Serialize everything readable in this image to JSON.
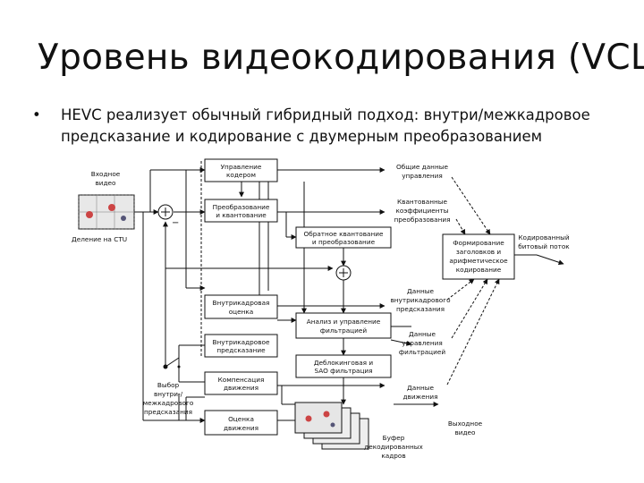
{
  "title": "Уровень видеокодирования (VCL)",
  "bullet": {
    "marker": "•",
    "text": "HEVC реализует обычный гибридный подход: внутри/межкадровое предсказание и кодирование с двумерным преобразованием"
  },
  "diagram": {
    "input_label": [
      "Входное",
      "видео"
    ],
    "ctu_label": "Деление на CTU",
    "minus_sign": "−",
    "blocks": {
      "control": [
        "Управление",
        "кодером"
      ],
      "transform": [
        "Преобразование",
        "и квантование"
      ],
      "inverse": [
        "Обратное квантование",
        "и преобразование"
      ],
      "intra_est": [
        "Внутрикадровая",
        "оценка"
      ],
      "filter_ctrl": [
        "Анализ и управление",
        "фильтрацией"
      ],
      "intra_pred": [
        "Внутрикадровое",
        "предсказание"
      ],
      "deblock": [
        "Деблокинговая и",
        "SAO фильтрация"
      ],
      "motion_comp": [
        "Компенсация",
        "движения"
      ],
      "motion_est": [
        "Оценка",
        "движения"
      ],
      "entropy": [
        "Формирование",
        "заголовков и",
        "арифметическое",
        "кодирование"
      ]
    },
    "side_labels": {
      "general_data": [
        "Общие данные",
        "управления"
      ],
      "quant_coeffs": [
        "Квантованные",
        "коэффициенты",
        "преобразования"
      ],
      "intra_data": [
        "Данные",
        "внутрикадрового",
        "предсказания"
      ],
      "filter_data": [
        "Данные",
        "управления",
        "фильтрацией"
      ],
      "motion_data": [
        "Данные",
        "движения"
      ],
      "bitstream": [
        "Кодированный",
        "битовый поток"
      ],
      "output_video": [
        "Выходное",
        "видео"
      ],
      "decoded_buffer": [
        "Буфер",
        "декодированных",
        "кадров"
      ],
      "mode_select": [
        "Выбор",
        "внутри-/",
        "межкадрового",
        "предсказания"
      ]
    }
  }
}
